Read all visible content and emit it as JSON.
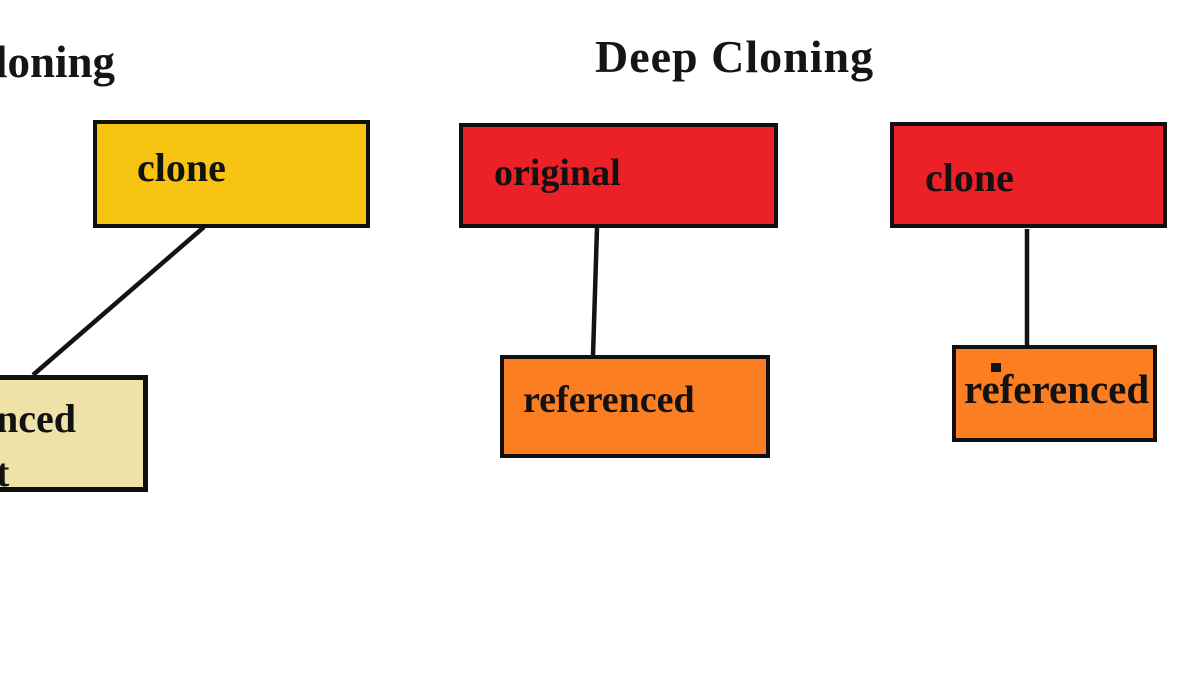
{
  "diagram": {
    "left_title_partial": "loning",
    "right_title": "Deep Cloning",
    "shallow": {
      "clone_label": "clone",
      "referenced_line1": "nced",
      "referenced_line2": "t"
    },
    "deep": {
      "original_label": "original",
      "original_referenced_label": "referenced",
      "clone_label": "clone",
      "clone_referenced_label": "referenced"
    }
  },
  "colors": {
    "clone_yellow": "#F8C412",
    "box_red": "#EC2027",
    "box_orange": "#FB7E23",
    "box_beige": "#EEE2A7",
    "line_black": "#131313",
    "background": "#FFFFFF"
  }
}
